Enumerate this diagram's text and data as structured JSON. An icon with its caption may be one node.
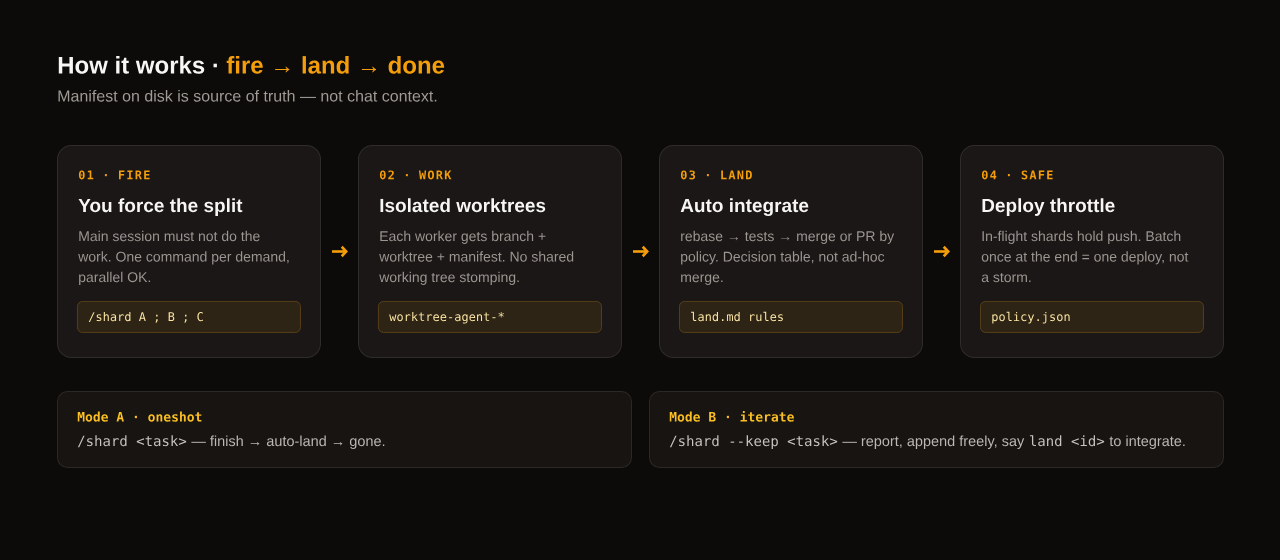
{
  "diagram": {
    "title": "How it works ·",
    "nodes": [
      {
        "text": [
          "01 · FIRE",
          "You force the split",
          "Main session must not do the work. One command per demand, parallel OK."
        ]
      },
      {
        "text": [
          "/shard A ; B ; C"
        ],
        "in": 0
      },
      {
        "text": [
          "02 · WORK",
          "Isolated worktrees",
          "Each worker gets branch + worktree + manifest. No shared working tree stomping."
        ]
      },
      {
        "text": [
          "worktree-agent-*"
        ],
        "in": 2
      },
      {
        "text": [
          "03 · LAND",
          "Auto integrate",
          "rebase → tests → merge or PR by policy. Decision table, not ad-hoc merge."
        ]
      },
      {
        "text": [
          "land.md rules"
        ],
        "in": 4
      },
      {
        "text": [
          "04 · SAFE",
          "Deploy throttle",
          "In-flight shards hold push. Batch once at the end = one deploy, not a storm."
        ]
      },
      {
        "text": [
          "policy.json"
        ],
        "in": 6
      },
      {
        "text": [
          "Mode A · oneshot",
          "/shard <task>",
          "— finish → auto-land → gone."
        ]
      },
      {
        "text": [
          "Mode B · iterate",
          "/shard --keep <task>",
          "— report, append freely, say",
          "land <id>",
          "to integrate."
        ]
      }
    ],
    "edges": [
      {
        "from": 0,
        "to": 2,
        "arrow": "to"
      },
      {
        "from": 2,
        "to": 4,
        "arrow": "to"
      },
      {
        "from": 4,
        "to": 6,
        "arrow": "to"
      }
    ],
    "labels": [
      "fire → land → done",
      "Manifest on disk is source of truth — not chat context."
    ]
  }
}
